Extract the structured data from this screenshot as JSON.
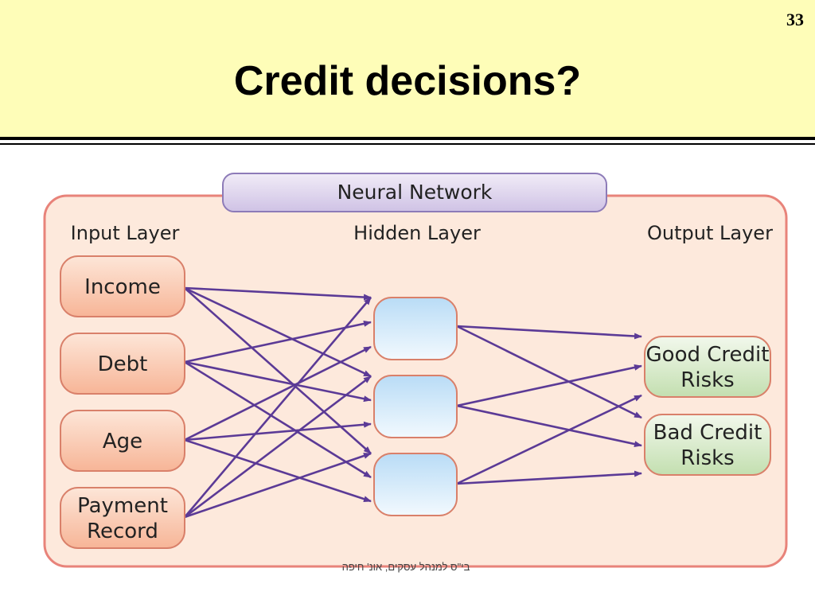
{
  "slide": {
    "number": "33",
    "title": "Credit decisions?",
    "footer": "בי\"ס למנהל עסקים, אונ' חיפה"
  },
  "diagram": {
    "title": "Neural Network",
    "input_layer_label": "Input Layer",
    "hidden_layer_label": "Hidden Layer",
    "output_layer_label": "Output Layer",
    "inputs": [
      {
        "lines": [
          "Income"
        ]
      },
      {
        "lines": [
          "Debt"
        ]
      },
      {
        "lines": [
          "Age"
        ]
      },
      {
        "lines": [
          "Payment",
          "Record"
        ]
      }
    ],
    "hidden_count": 3,
    "outputs": [
      {
        "lines": [
          "Good Credit",
          "Risks"
        ]
      },
      {
        "lines": [
          "Bad Credit",
          "Risks"
        ]
      }
    ],
    "colors": {
      "outer_bg": "#fde9dc",
      "outer_border": "#e8837a",
      "input_fill": "#fbc4a6",
      "hidden_fill": "#c5e4f8",
      "output_fill": "#cfe5bf",
      "arrow": "#5b3a96",
      "title_fill": "#ddd3ec"
    }
  }
}
